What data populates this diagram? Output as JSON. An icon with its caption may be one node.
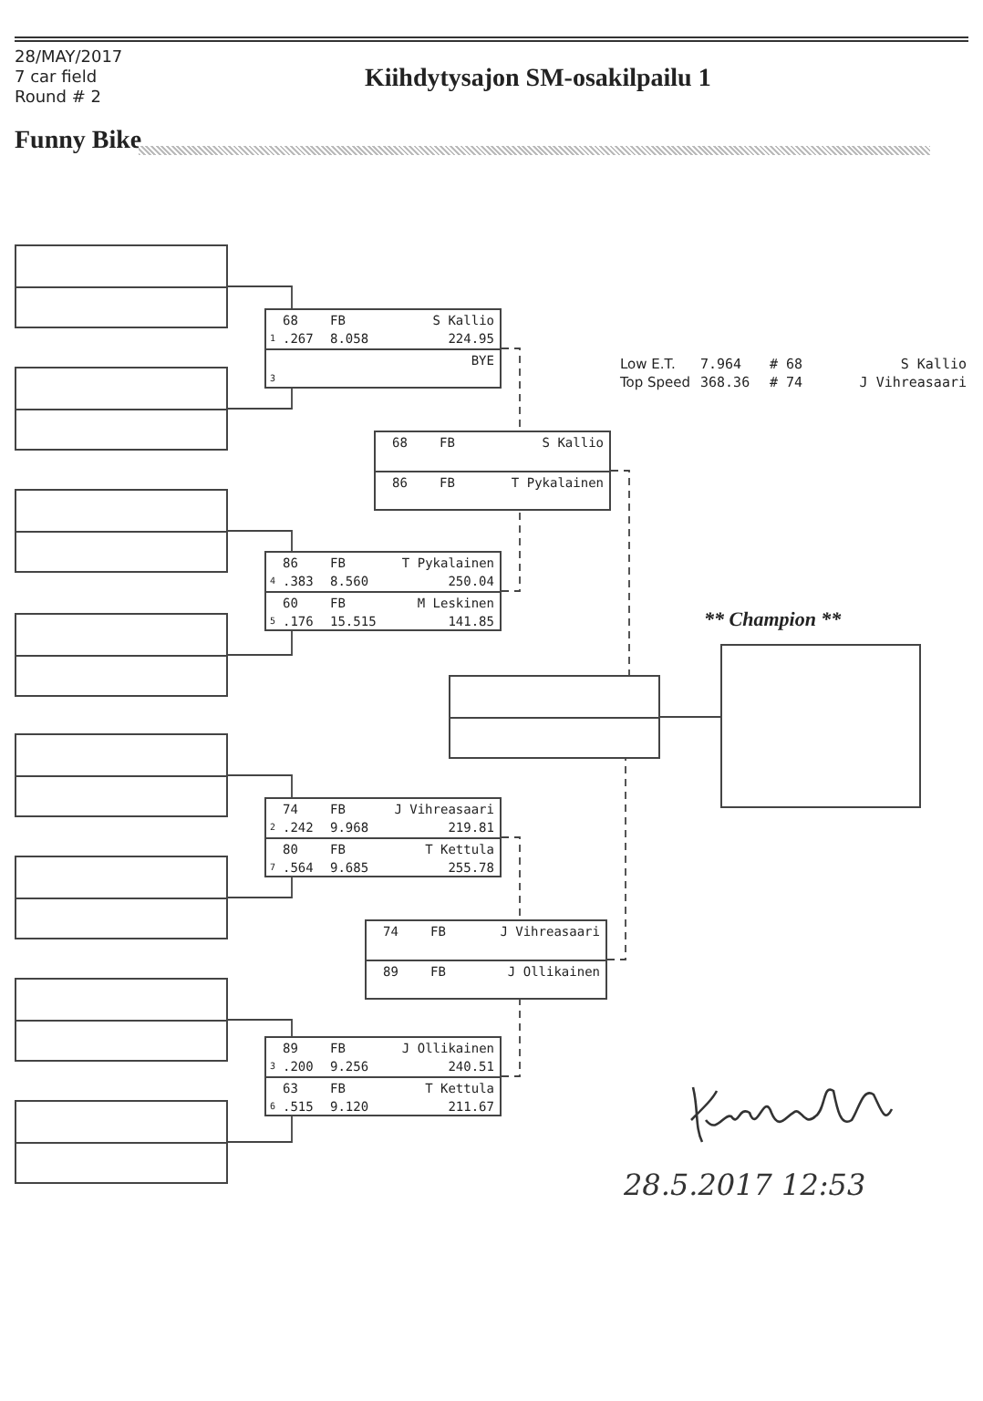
{
  "diagram": {
    "title": "Kiihdytysajon SM-osakilpailu 1",
    "nodes": [
      {
        "text": [],
        "shape": "box"
      },
      {
        "text": [],
        "shape": "box"
      },
      {
        "text": [],
        "shape": "box"
      },
      {
        "text": [],
        "shape": "box"
      },
      {
        "text": [],
        "shape": "box"
      },
      {
        "text": [],
        "shape": "box"
      },
      {
        "text": [],
        "shape": "box"
      },
      {
        "text": [],
        "shape": "box"
      },
      {
        "text": [],
        "shape": "box"
      },
      {
        "text": [
          "68",
          "FB",
          "S Kallio",
          "1",
          ".267",
          "8.058",
          "224.95"
        ],
        "in": 8
      },
      {
        "text": [
          "BYE",
          "3"
        ],
        "in": 8
      },
      {
        "text": [],
        "shape": "box"
      },
      {
        "text": [
          "86",
          "FB",
          "T Pykalainen",
          "4",
          ".383",
          "8.560",
          "250.04"
        ],
        "in": 11
      },
      {
        "text": [
          "60",
          "FB",
          "M Leskinen",
          "5",
          ".176",
          "15.515",
          "141.85"
        ],
        "in": 11
      },
      {
        "text": [],
        "shape": "box"
      },
      {
        "text": [
          "74",
          "FB",
          "J Vihreasaari",
          "2",
          ".242",
          "9.968",
          "219.81"
        ],
        "in": 14
      },
      {
        "text": [
          "80",
          "FB",
          "T Kettula",
          "7",
          ".564",
          "9.685",
          "255.78"
        ],
        "in": 14
      },
      {
        "text": [],
        "shape": "box"
      },
      {
        "text": [
          "89",
          "FB",
          "J Ollikainen",
          "3",
          ".200",
          "9.256",
          "240.51"
        ],
        "in": 17
      },
      {
        "text": [
          "63",
          "FB",
          "T Kettula",
          "6",
          ".515",
          "9.120",
          "211.67"
        ],
        "in": 17
      },
      {
        "text": [],
        "shape": "box"
      },
      {
        "text": [
          "68",
          "FB",
          "S Kallio"
        ],
        "in": 20
      },
      {
        "text": [
          "86",
          "FB",
          "T Pykalainen"
        ],
        "in": 20
      },
      {
        "text": [],
        "shape": "box"
      },
      {
        "text": [
          "74",
          "FB",
          "J Vihreasaari"
        ],
        "in": 23
      },
      {
        "text": [
          "89",
          "FB",
          "J Ollikainen"
        ],
        "in": 23
      },
      {
        "text": [],
        "shape": "box"
      },
      {
        "text": [
          "** Champion **"
        ]
      }
    ],
    "edges": [
      {
        "from": 0,
        "to": 8,
        "arrow": "none"
      },
      {
        "from": 1,
        "to": 8,
        "arrow": "none"
      },
      {
        "from": 2,
        "to": 11,
        "arrow": "none"
      },
      {
        "from": 3,
        "to": 11,
        "arrow": "none"
      },
      {
        "from": 4,
        "to": 14,
        "arrow": "none"
      },
      {
        "from": 5,
        "to": 14,
        "arrow": "none"
      },
      {
        "from": 6,
        "to": 17,
        "arrow": "none"
      },
      {
        "from": 7,
        "to": 17,
        "arrow": "none"
      },
      {
        "from": 8,
        "to": 20,
        "arrow": "none",
        "style": "dashed"
      },
      {
        "from": 11,
        "to": 20,
        "arrow": "none",
        "style": "dashed"
      },
      {
        "from": 14,
        "to": 23,
        "arrow": "none",
        "style": "dashed"
      },
      {
        "from": 17,
        "to": 23,
        "arrow": "none",
        "style": "dashed"
      },
      {
        "from": 20,
        "to": 26,
        "arrow": "none",
        "style": "dashed"
      },
      {
        "from": 23,
        "to": 26,
        "arrow": "none",
        "style": "dashed"
      },
      {
        "from": 26,
        "to": 27,
        "arrow": "none"
      }
    ],
    "labels": [
      "28/MAY/2017",
      "7 car field",
      "Round # 2",
      "Funny Bike",
      "Low E.T.",
      "7.964",
      "# 68",
      "S Kallio",
      "Top Speed",
      "368.36",
      "# 74",
      "J Vihreasaari",
      "28.5.2017 12:53"
    ]
  }
}
